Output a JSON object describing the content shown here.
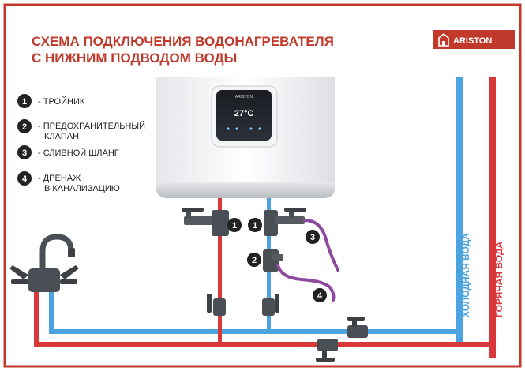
{
  "title": {
    "line1": "СХЕМА ПОДКЛЮЧЕНИЯ ВОДОНАГРЕВАТЕЛЯ",
    "line2": "С НИЖНИМ ПОДВОДОМ ВОДЫ"
  },
  "brand": "ARISTON",
  "legend": [
    {
      "num": "1",
      "lines": [
        "- ТРОЙНИК"
      ]
    },
    {
      "num": "2",
      "lines": [
        "- ПРЕДОХРАНИТЕЛЬНЫЙ",
        "КЛАПАН"
      ]
    },
    {
      "num": "3",
      "lines": [
        "- СЛИВНОЙ ШЛАНГ"
      ]
    },
    {
      "num": "4",
      "lines": [
        "- ДРЕНАЖ",
        "В КАНАЛИЗАЦИЮ"
      ]
    }
  ],
  "heater": {
    "display_temp": "27°C",
    "panel_brand": "ARISTON"
  },
  "callouts": {
    "tee_left": "1",
    "tee_right": "1",
    "valve": "2",
    "drain_hose": "3",
    "drain": "4"
  },
  "pipes": {
    "cold_label": "ХОЛОДНАЯ ВОДА",
    "hot_label": "ГОРЯЧАЯ ВОДА",
    "cold_color": "#4ba3df",
    "hot_color": "#d9383a"
  },
  "colors": {
    "frame": "#c0392b",
    "title": "#c0392b",
    "hose": "#8e4a9e",
    "badge": "#222222"
  }
}
